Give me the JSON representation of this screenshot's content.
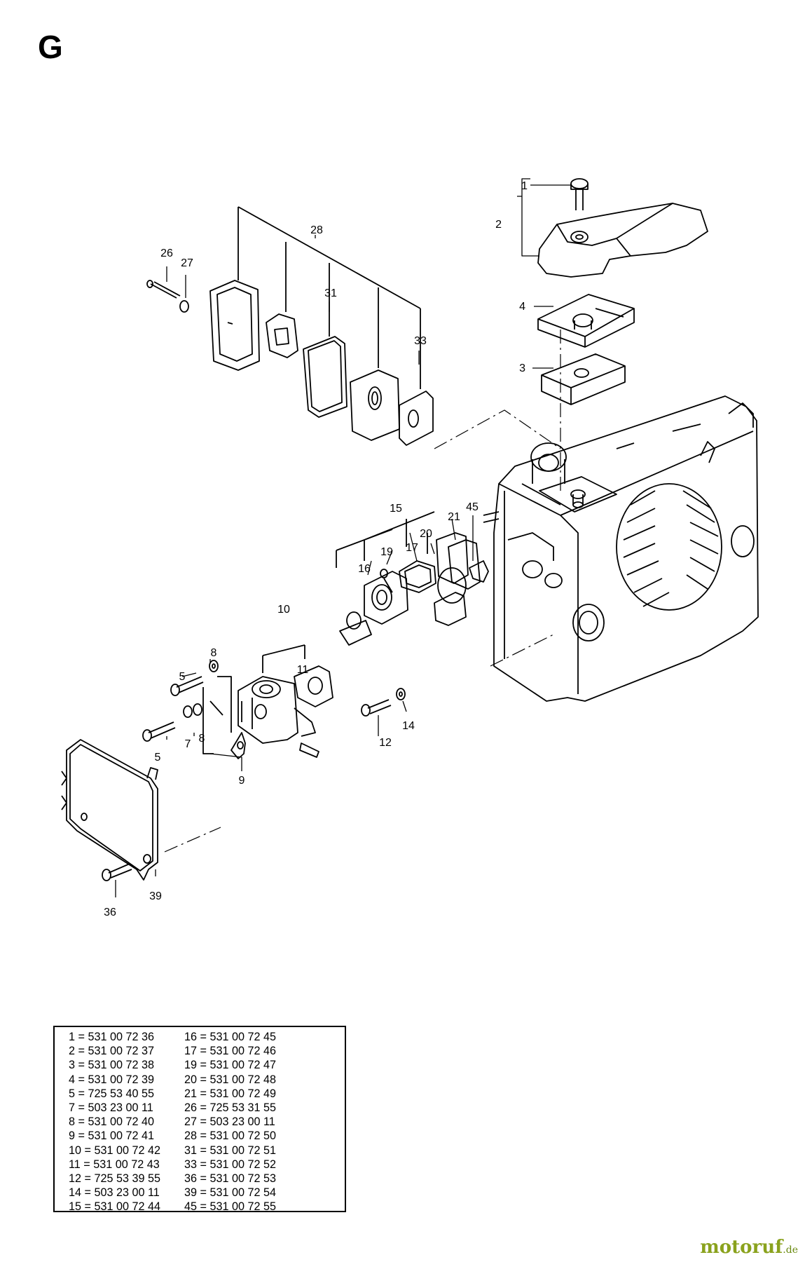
{
  "section_letter": "G",
  "callouts": [
    {
      "id": "c1",
      "text": "1"
    },
    {
      "id": "c2",
      "text": "2"
    },
    {
      "id": "c3",
      "text": "3"
    },
    {
      "id": "c4",
      "text": "4"
    },
    {
      "id": "c5a",
      "text": "5"
    },
    {
      "id": "c5b",
      "text": "5"
    },
    {
      "id": "c7",
      "text": "7"
    },
    {
      "id": "c8a",
      "text": "8"
    },
    {
      "id": "c8b",
      "text": "8"
    },
    {
      "id": "c9",
      "text": "9"
    },
    {
      "id": "c10",
      "text": "10"
    },
    {
      "id": "c11",
      "text": "11"
    },
    {
      "id": "c12",
      "text": "12"
    },
    {
      "id": "c14",
      "text": "14"
    },
    {
      "id": "c15",
      "text": "15"
    },
    {
      "id": "c16",
      "text": "16"
    },
    {
      "id": "c17",
      "text": "17"
    },
    {
      "id": "c19",
      "text": "19"
    },
    {
      "id": "c20",
      "text": "20"
    },
    {
      "id": "c21",
      "text": "21"
    },
    {
      "id": "c26",
      "text": "26"
    },
    {
      "id": "c27",
      "text": "27"
    },
    {
      "id": "c28",
      "text": "28"
    },
    {
      "id": "c31",
      "text": "31"
    },
    {
      "id": "c33",
      "text": "33"
    },
    {
      "id": "c36",
      "text": "36"
    },
    {
      "id": "c39",
      "text": "39"
    },
    {
      "id": "c45",
      "text": "45"
    }
  ],
  "parts_left": [
    "1 = 531 00 72 36",
    "2 = 531 00 72 37",
    "3 = 531 00 72 38",
    "4 = 531 00 72 39",
    "5 = 725 53 40 55",
    "7 = 503 23 00 11",
    "8 = 531 00 72 40",
    "9 = 531 00 72 41",
    "10 = 531 00 72 42",
    "11 = 531 00 72 43",
    "12 = 725 53 39 55",
    "14 = 503 23 00 11",
    "15 = 531 00 72 44"
  ],
  "parts_right": [
    "16 = 531 00 72 45",
    "17 = 531 00 72 46",
    "19 = 531 00 72 47",
    "20 = 531 00 72 48",
    "21 = 531 00 72 49",
    "26 = 725 53 31 55",
    "27 = 503 23 00 11",
    "28 = 531 00 72 50",
    "31 = 531 00 72 51",
    "33 = 531 00 72 52",
    "36 = 531 00 72 53",
    "39 = 531 00 72 54",
    "45 = 531 00 72 55"
  ],
  "brand": {
    "name": "motoruf",
    "suffix": ".de"
  }
}
